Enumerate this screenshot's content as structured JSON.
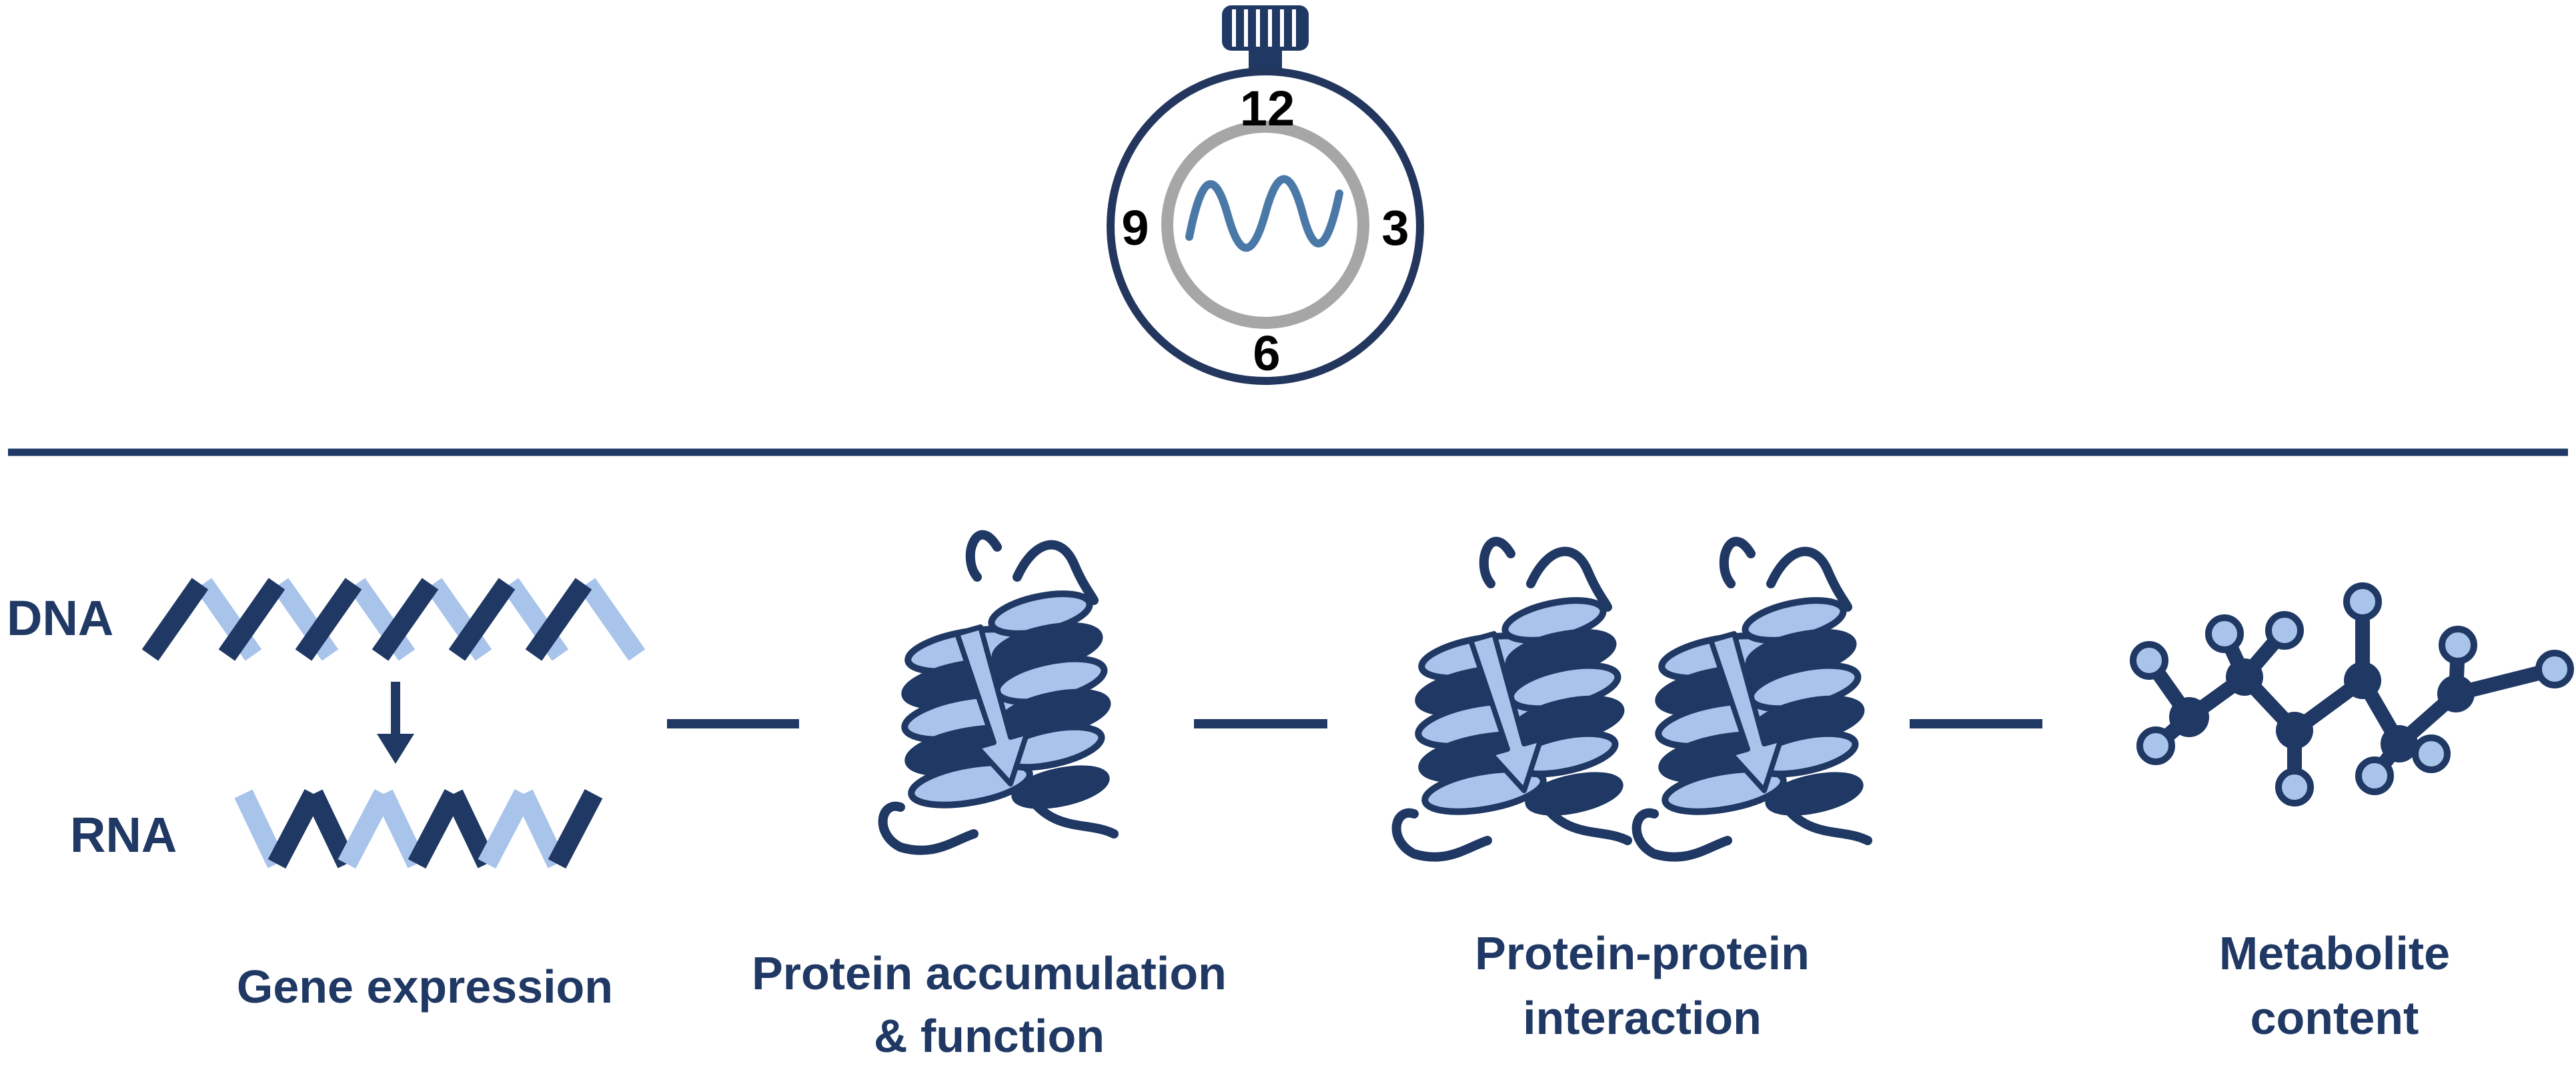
{
  "clock": {
    "num_12": "12",
    "num_3": "3",
    "num_6": "6",
    "num_9": "9"
  },
  "gene": {
    "dna_label": "DNA",
    "rna_label": "RNA"
  },
  "captions": {
    "gene_expression": "Gene expression",
    "protein_accumulation_line1": "Protein accumulation",
    "protein_accumulation_line2": "& function",
    "ppi_line1": "Protein-protein",
    "ppi_line2": "interaction",
    "metabolite_line1": "Metabolite",
    "metabolite_line2": "content"
  },
  "colors": {
    "dark_navy": "#1f3864",
    "light_blue": "#a9c4eb",
    "wave_blue": "#4a79a8",
    "ring_gray": "#a6a6a6",
    "clock_outline": "#23365d"
  }
}
